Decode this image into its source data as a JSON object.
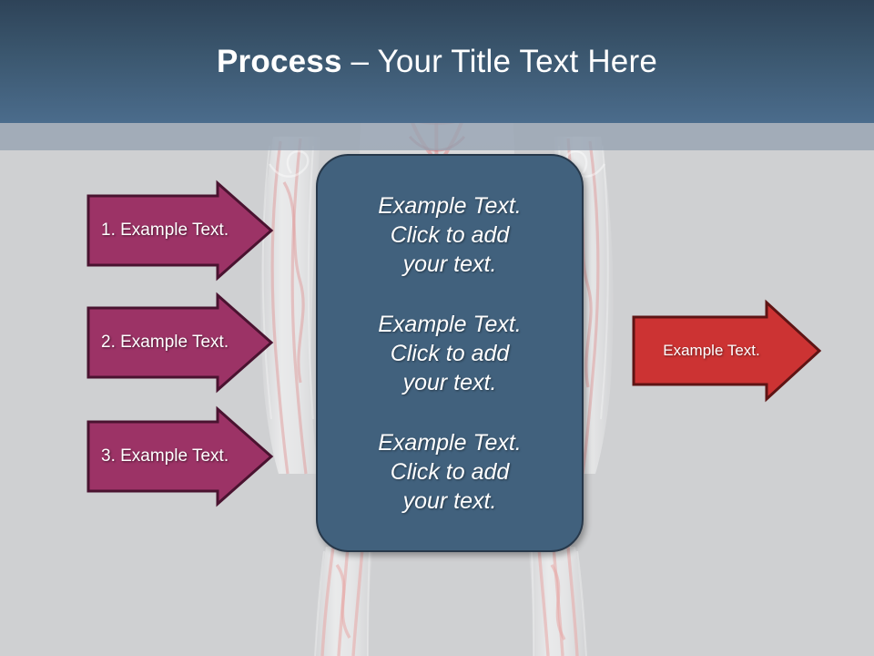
{
  "slide": {
    "title_bold": "Process",
    "title_rest": " – Your Title Text Here",
    "background_color": "#cfd0d2",
    "header_gradient_top": "#2e4358",
    "header_gradient_bottom": "#4b6c8c",
    "header_sub_band_color": "#96a3b1"
  },
  "process_arrows": {
    "fill_color": "#9c3366",
    "outline_color": "#4a1330",
    "items": [
      {
        "label": "1. Example Text."
      },
      {
        "label": "2. Example Text."
      },
      {
        "label": "3. Example Text."
      }
    ]
  },
  "center_box": {
    "fill_color": "#41617d",
    "outline_color": "#27384a",
    "paragraphs": [
      "Example Text.\nClick  to add\nyour text.",
      "Example Text.\nClick  to add\nyour text.",
      "Example Text.\nClick  to add\nyour text."
    ]
  },
  "result_arrow": {
    "label": "Example Text.",
    "fill_color": "#cc3333",
    "outline_color": "#5e1414"
  }
}
